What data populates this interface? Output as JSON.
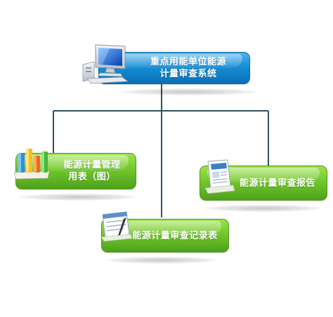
{
  "colors": {
    "line": "#2f4f5f",
    "root_fill": "#168ed6",
    "child_fill": "#6ec42a"
  },
  "root": {
    "line1": "重点用能单位能源",
    "line2": "计量审查系统",
    "icon": "computer-icon"
  },
  "children": {
    "management_table": {
      "line1": "能源计量管理",
      "line2": "用表（图）",
      "icon": "bar-chart-icon"
    },
    "review_record": {
      "line1": "能源计量审查记录表",
      "icon": "notepad-icon"
    },
    "review_report": {
      "line1": "能源计量审查报告",
      "icon": "report-document-icon"
    }
  }
}
